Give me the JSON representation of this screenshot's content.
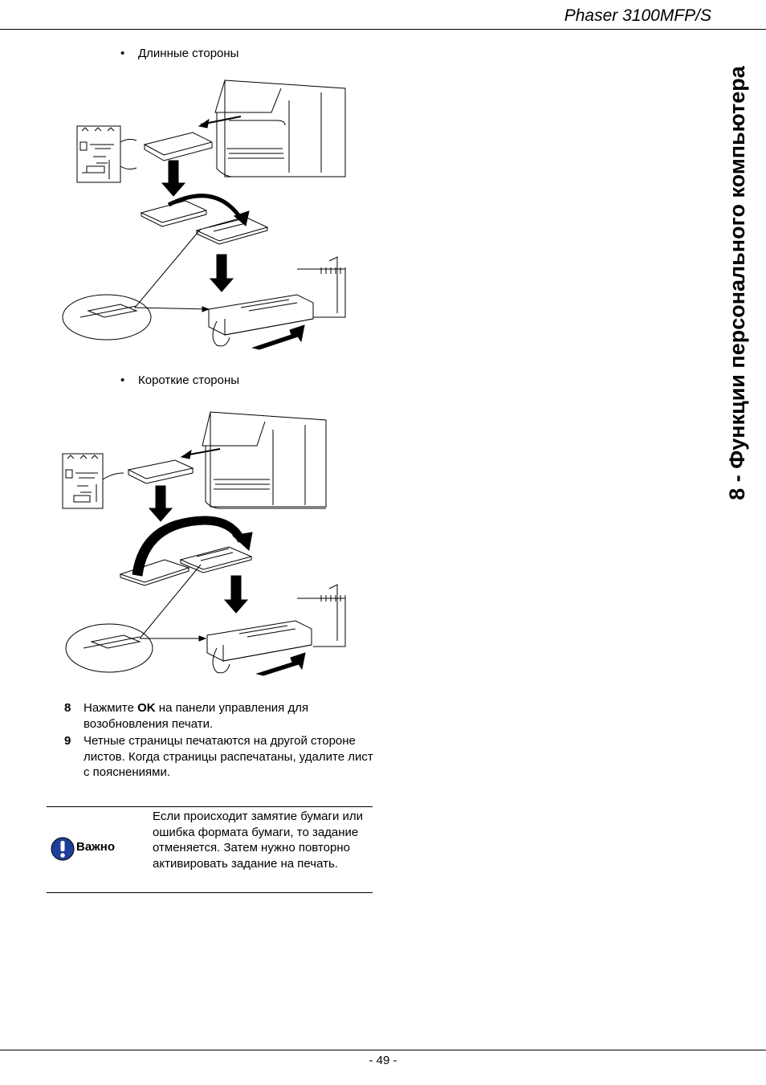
{
  "header": {
    "title": "Phaser 3100MFP/S"
  },
  "side_tab": {
    "text": "8 - Функции персонального компьютера"
  },
  "sections": [
    {
      "bullet": "•",
      "label": "Длинные стороны"
    },
    {
      "bullet": "•",
      "label": "Короткие стороны"
    }
  ],
  "steps": [
    {
      "num": "8",
      "before": "Нажмите ",
      "bold": "OK",
      "after": " на панели управления для возобновления печати."
    },
    {
      "num": "9",
      "before": "Четные страницы печатаются на другой стороне листов. Когда страницы распечатаны, удалите лист с пояснениями.",
      "bold": "",
      "after": ""
    }
  ],
  "note": {
    "label": "Важно",
    "text": "Если происходит замятие бумаги или ошибка формата бумаги, то задание отменяется. Затем нужно повторно активировать задание на печать."
  },
  "footer": {
    "page": "- 49 -"
  },
  "colors": {
    "icon_blue": "#1f3f9a",
    "line": "#000000"
  }
}
